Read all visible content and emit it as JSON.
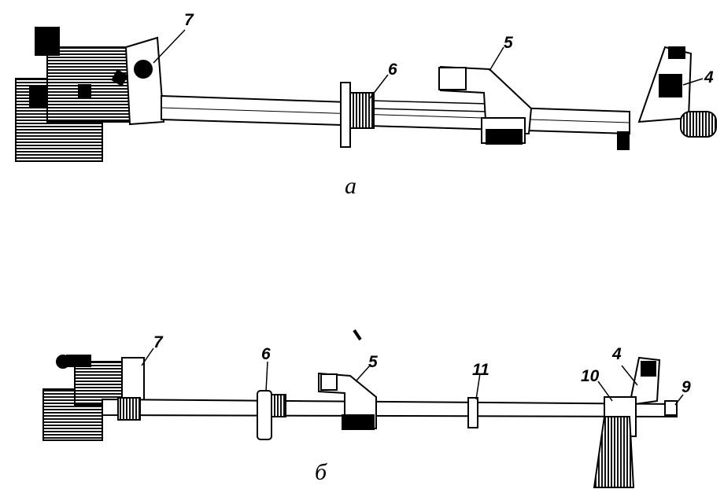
{
  "figure_a": {
    "caption": "а",
    "labels": {
      "l7": "7",
      "l6": "6",
      "l5": "5",
      "l4": "4"
    }
  },
  "figure_b": {
    "caption": "б",
    "labels": {
      "l7": "7",
      "l6": "6",
      "l5": "5",
      "l11": "11",
      "l10": "10",
      "l4": "4",
      "l9": "9"
    }
  },
  "colors": {
    "ink": "#000000",
    "paper": "#ffffff",
    "shade": "#2a2a2a"
  }
}
